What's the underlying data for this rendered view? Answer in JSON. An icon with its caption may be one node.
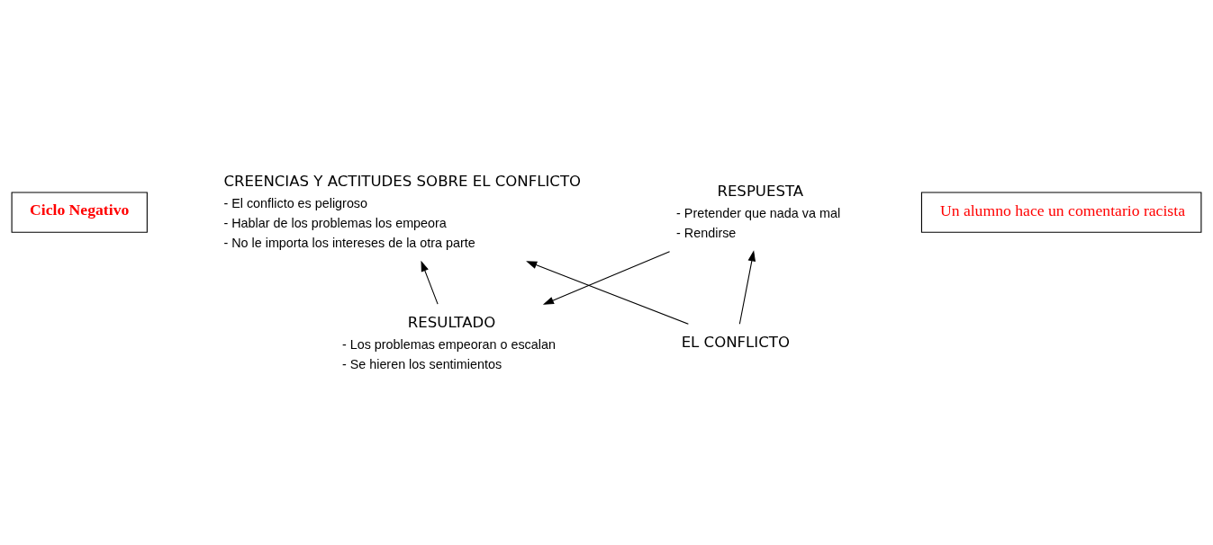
{
  "diagram": {
    "nodes": [
      {
        "text": [
          "Ciclo Negativo"
        ]
      },
      {
        "text": [
          "CREENCIAS Y ACTITUDES SOBRE EL CONFLICTO"
        ],
        "beside": [
          "- El conflicto es peligroso",
          "- Hablar de los problemas los empeora",
          "- No le importa los intereses de la otra parte"
        ]
      },
      {
        "text": [
          "EL CONFLICTO"
        ]
      },
      {
        "text": [
          "RESPUESTA"
        ],
        "beside": [
          "- Pretender que nada va mal",
          "- Rendirse"
        ]
      },
      {
        "text": [
          "RESULTADO"
        ],
        "beside": [
          "- Los problemas empeoran o escalan",
          "- Se hieren los sentimientos"
        ]
      },
      {
        "text": [
          "Un alumno hace un comentario racista"
        ]
      }
    ],
    "edges": [
      {
        "from": 4,
        "to": 1,
        "arrow": "to"
      },
      {
        "from": 2,
        "to": 1,
        "arrow": "to"
      },
      {
        "from": 2,
        "to": 3,
        "arrow": "to"
      },
      {
        "from": 3,
        "to": 4,
        "arrow": "to"
      }
    ]
  }
}
